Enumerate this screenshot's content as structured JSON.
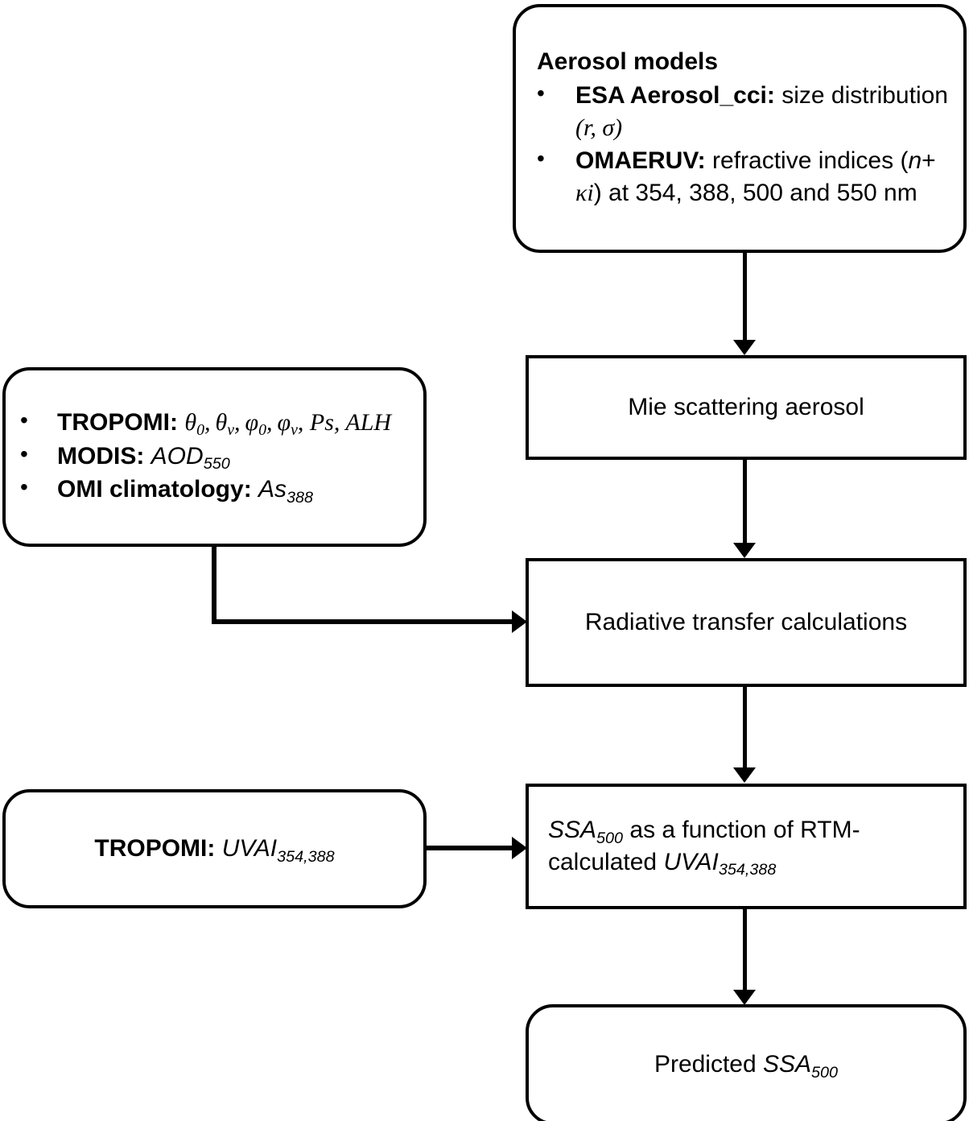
{
  "diagram": {
    "title": "SSA retrieval algorithm flowchart",
    "stroke_color": "#000000",
    "background_color": "#ffffff",
    "nodes": {
      "aerosol_models": {
        "shape": "rounded-rectangle",
        "heading": "Aerosol models",
        "bullets": [
          {
            "bold": "ESA Aerosol_cci:",
            "rest": " size distribution ",
            "italic_tail": "(r, σ)"
          },
          {
            "bold": "OMAERUV:",
            "rest": " refractive indices (",
            "italic_symbol": "n",
            "rest2": "+ ",
            "italic_symbol2": "κi",
            "rest3": ") at 354, 388, 500 and 550 nm"
          }
        ]
      },
      "inputs": {
        "shape": "rounded-rectangle",
        "bullets": [
          {
            "bold": "TROPOMI:",
            "symbols": "θ₀, θᵥ, φ₀, φᵥ, Ps, ALH"
          },
          {
            "bold": "MODIS:",
            "symbols": "AOD550"
          },
          {
            "bold": "OMI climatology:",
            "symbols": "As388"
          }
        ]
      },
      "mie": {
        "shape": "rectangle",
        "label": "Mie scattering aerosol"
      },
      "rtm": {
        "shape": "rectangle",
        "label": "Radiative transfer calculations"
      },
      "uvai_input": {
        "shape": "rounded-rectangle",
        "bold": "TROPOMI:",
        "italic": "UVAI",
        "subscript": "354,388"
      },
      "ssa_function": {
        "shape": "rectangle",
        "italic1": "SSA",
        "sub1": "500",
        "mid": " as a function of RTM-calculated ",
        "italic2": "UVAI",
        "sub2": "354,388"
      },
      "predicted": {
        "shape": "rounded-rectangle",
        "prefix": "Predicted ",
        "italic": "SSA",
        "subscript": "500"
      }
    },
    "edges": [
      {
        "name": "aerosol-models-to-mie",
        "from": "aerosol_models",
        "to": "mie",
        "style": "straight-down-arrow"
      },
      {
        "name": "mie-to-rtm",
        "from": "mie",
        "to": "rtm",
        "style": "straight-down-arrow"
      },
      {
        "name": "inputs-to-rtm",
        "from": "inputs",
        "to": "rtm",
        "style": "elbow-right-arrow"
      },
      {
        "name": "rtm-to-ssa-function",
        "from": "rtm",
        "to": "ssa_function",
        "style": "straight-down-arrow"
      },
      {
        "name": "uvai-input-to-ssa-function",
        "from": "uvai_input",
        "to": "ssa_function",
        "style": "straight-right-arrow"
      },
      {
        "name": "ssa-function-to-predicted",
        "from": "ssa_function",
        "to": "predicted",
        "style": "straight-down-arrow"
      }
    ]
  }
}
